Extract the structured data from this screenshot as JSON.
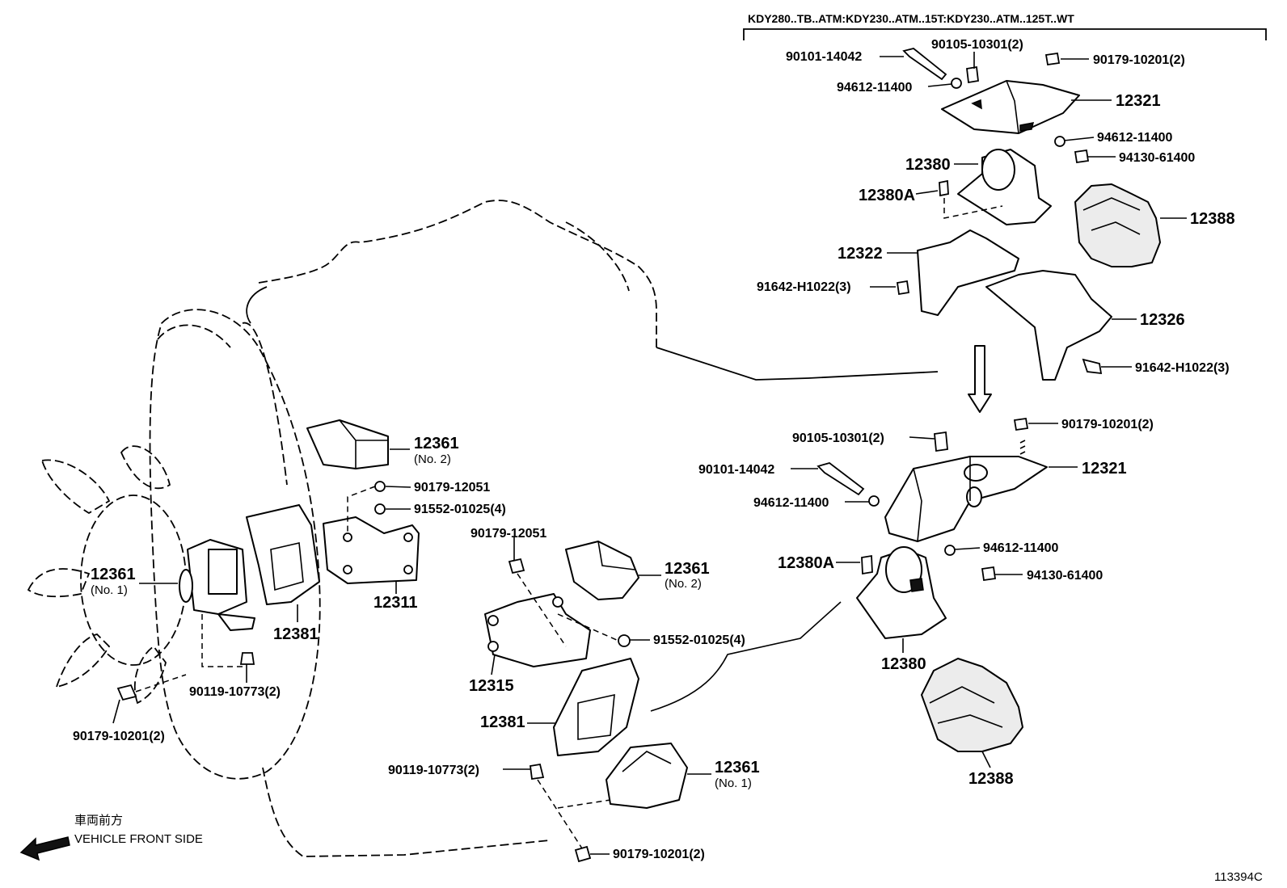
{
  "header_note": "KDY280..TB..ATM:KDY230..ATM..15T:KDY230..ATM..125T..WT",
  "figure_id": "113394C",
  "front_side": {
    "japanese": "車両前方",
    "english": "VEHICLE FRONT SIDE"
  },
  "labels": {
    "p_90101_14042_a": "90101-14042",
    "p_90105_10301_a": "90105-10301(2)",
    "p_90179_10201_a": "90179-10201(2)",
    "p_94612_11400_a": "94612-11400",
    "p_12321_a": "12321",
    "p_94612_11400_b": "94612-11400",
    "p_94130_61400_a": "94130-61400",
    "p_12380_a": "12380",
    "p_12380A_a": "12380A",
    "p_12388_a": "12388",
    "p_12322": "12322",
    "p_91642_a": "91642-H1022(3)",
    "p_12326": "12326",
    "p_91642_b": "91642-H1022(3)",
    "p_90105_10301_b": "90105-10301(2)",
    "p_90179_10201_b": "90179-10201(2)",
    "p_90101_14042_b": "90101-14042",
    "p_12321_b": "12321",
    "p_94612_11400_c": "94612-11400",
    "p_94612_11400_d": "94612-11400",
    "p_12380A_b": "12380A",
    "p_94130_61400_b": "94130-61400",
    "p_12380_b": "12380",
    "p_12388_b": "12388",
    "p_12361_no2_a": "12361",
    "p_12361_no2_a_sub": "(No. 2)",
    "p_90179_12051_a": "90179-12051",
    "p_91552_01025_a": "91552-01025(4)",
    "p_12361_no1_a": "12361",
    "p_12361_no1_a_sub": "(No. 1)",
    "p_12381_a": "12381",
    "p_12311": "12311",
    "p_90119_10773_a": "90119-10773(2)",
    "p_90179_10201_c": "90179-10201(2)",
    "p_90179_12051_b": "90179-12051",
    "p_12361_no2_b": "12361",
    "p_12361_no2_b_sub": "(No. 2)",
    "p_91552_01025_b": "91552-01025(4)",
    "p_12315": "12315",
    "p_12381_b": "12381",
    "p_90119_10773_b": "90119-10773(2)",
    "p_12361_no1_b": "12361",
    "p_12361_no1_b_sub": "(No. 1)",
    "p_90179_10201_d": "90179-10201(2)"
  },
  "icons": {
    "front_arrow": "arrow-left-down-icon",
    "flow_arrow": "arrow-down-icon"
  }
}
